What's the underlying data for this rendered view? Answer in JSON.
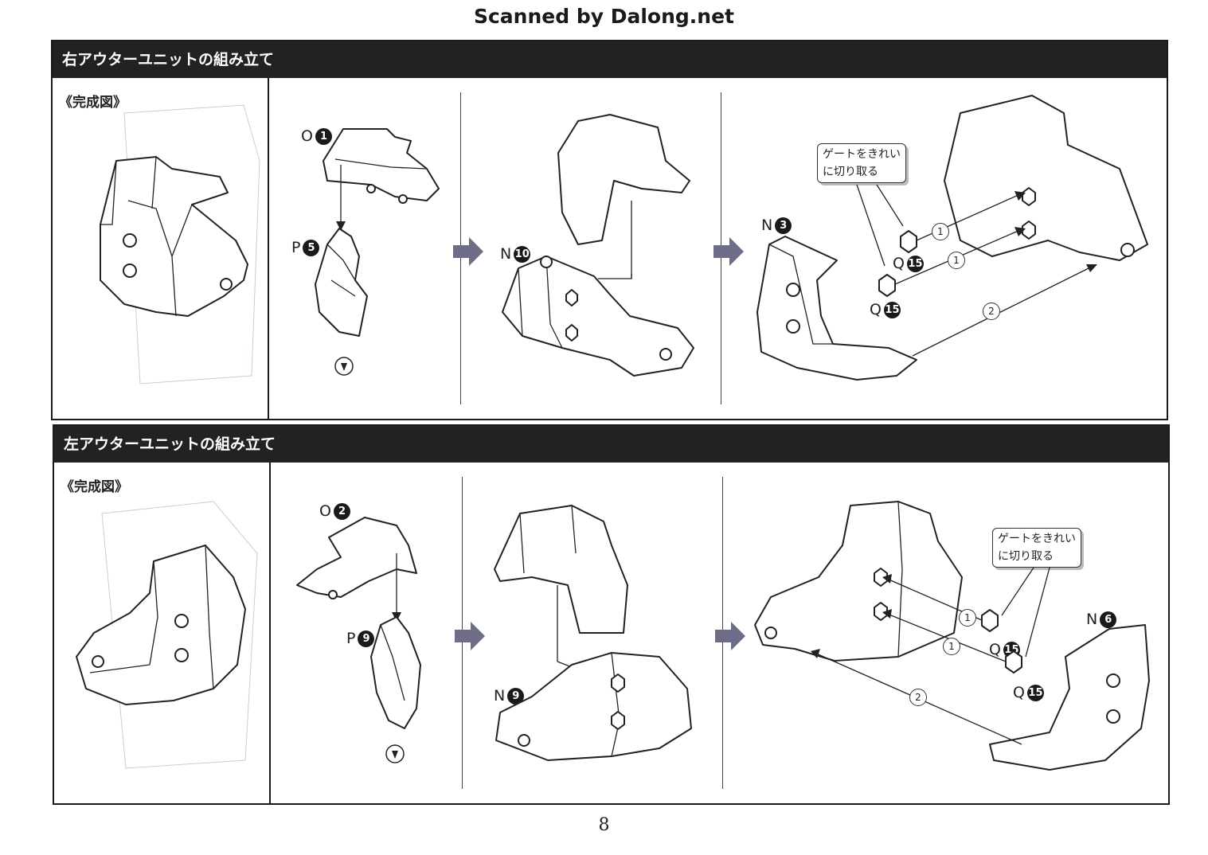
{
  "watermark": "Scanned by Dalong.net",
  "page_number": "8",
  "sections": [
    {
      "title": "右アウターユニットの組み立て",
      "completed_label": "《完成図》",
      "parts": {
        "o": {
          "letter": "O",
          "num": "1"
        },
        "p": {
          "letter": "P",
          "num": "5"
        },
        "n_step2": {
          "letter": "N",
          "num": "10"
        },
        "n_step3": {
          "letter": "N",
          "num": "3"
        },
        "q1": {
          "letter": "Q",
          "num": "15"
        },
        "q2": {
          "letter": "Q",
          "num": "15"
        }
      },
      "callout": "ゲートをきれい\nに切り取る",
      "steps": [
        "1",
        "1",
        "2"
      ]
    },
    {
      "title": "左アウターユニットの組み立て",
      "completed_label": "《完成図》",
      "parts": {
        "o": {
          "letter": "O",
          "num": "2"
        },
        "p": {
          "letter": "P",
          "num": "9"
        },
        "n_step2": {
          "letter": "N",
          "num": "9"
        },
        "n_step3": {
          "letter": "N",
          "num": "6"
        },
        "q1": {
          "letter": "Q",
          "num": "15"
        },
        "q2": {
          "letter": "Q",
          "num": "15"
        }
      },
      "callout": "ゲートをきれい\nに切り取る",
      "steps": [
        "1",
        "1",
        "2"
      ]
    }
  ]
}
